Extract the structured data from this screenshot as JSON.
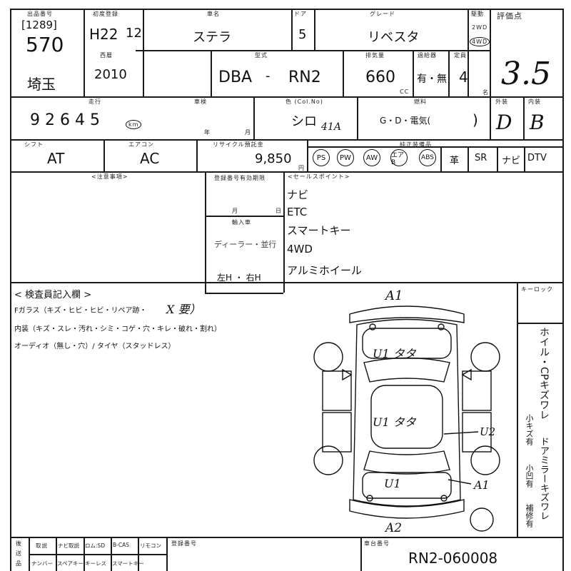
{
  "header": {
    "lot_number_label": "出品番号",
    "lot_bracket": "[1289]",
    "lot_number": "570",
    "region": "埼玉",
    "first_reg_label": "初度登録",
    "first_reg": "H22",
    "first_reg_month": "12",
    "year_label": "西暦",
    "year": "2010",
    "car_name_label": "車名",
    "car_name": "ステラ",
    "door_label": "ドア",
    "doors": "5",
    "grade_label": "グレード",
    "grade": "リベスタ",
    "drive_label": "駆動",
    "drive_2wd": "2WD",
    "drive_4wd": "4WD",
    "score_label": "評価点",
    "score": "3.5",
    "model_prefix": "DBA",
    "model_dash": "-",
    "model": "RN2",
    "type_label": "型式",
    "displacement_label": "排気量",
    "displacement": "660",
    "displacement_unit": "CC",
    "turbo_label": "過給器",
    "turbo": "有・無",
    "capacity_label": "定員",
    "capacity": "4",
    "capacity_unit": "名",
    "inspection_label": "車検",
    "inspection_year": "年",
    "inspection_month": "月",
    "mileage_label": "走行",
    "mileage": "9 2 6 4 5",
    "mileage_unit": "km",
    "color_label": "色 (Col.No)",
    "color": "シロ",
    "color_code": "41A",
    "fuel_label": "燃料",
    "fuel": "G・D・電気(",
    "fuel_close": ")",
    "exterior_label": "外装",
    "exterior": "D",
    "interior_label": "内装",
    "interior": "B",
    "shift_label": "シフト",
    "shift": "AT",
    "ac_label": "エアコン",
    "ac": "AC",
    "recycle_label": "リサイクル預託金",
    "recycle": "9,850",
    "recycle_unit": "円",
    "equip_label": "純正装備品",
    "equip_circled": [
      "PS",
      "PW",
      "AW",
      "エアB",
      "ABS"
    ],
    "equip_plain": [
      "革",
      "SR",
      "ナビ",
      "DTV"
    ]
  },
  "notes": {
    "caution_label": "<注意事項>",
    "reg_label": "登録番号有効期限",
    "month_label": "月",
    "day_label": "日",
    "import_label": "輸入車",
    "dealer": "ディーラー・並行",
    "handle": "左H ・ 右H",
    "sales_label": "<セールスポイント>",
    "sales_points": [
      "ナビ",
      "ETC",
      "スマートキー",
      "4WD",
      "アルミホイール"
    ]
  },
  "inspector": {
    "title": "< 検査員記入欄 >",
    "line1": "Fガラス（キズ・ヒビ・ヒビ・リペア跡・",
    "line1_hand": "X 要）",
    "line2": "内装（キズ・スレ・汚れ・シミ・コゲ・穴・キレ・破れ・割れ）",
    "line3": "オーディオ（無し・穴）/ タイヤ（スタッドレス）",
    "key_label": "キーロック",
    "vertical_note": "ホイル・CPキズワレ",
    "vertical_note2": "小キズ有",
    "vertical_note3": "ドアミラーキズワレ",
    "vertical_note4": "小凹有",
    "vertical_note5": "補修有"
  },
  "diagram": {
    "marks": [
      "A1",
      "U1 タタ",
      "U1 タタ",
      "U2",
      "U1",
      "A1",
      "A2"
    ]
  },
  "footer": {
    "labels": [
      "後",
      "送",
      "品",
      "取説",
      "ナビ取説",
      "ロム:SD",
      "B-CAS",
      "リモコン",
      "ナンバー",
      "スペアキー",
      "キーレス",
      "スマートキー"
    ],
    "reg_no_label": "登録番号",
    "chassis_label": "車台番号",
    "chassis": "RN2-060008"
  }
}
